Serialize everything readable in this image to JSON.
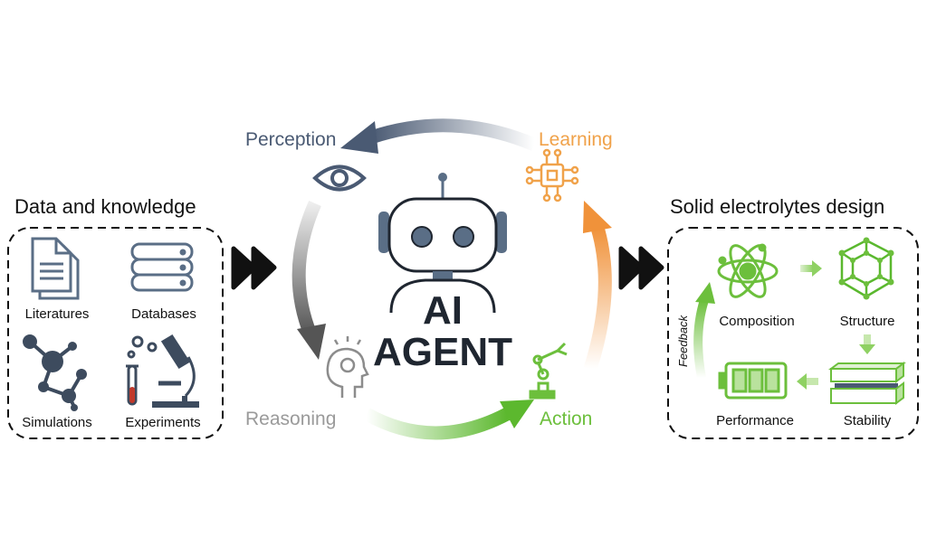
{
  "left_panel": {
    "title": "Data and knowledge",
    "items": [
      "Literatures",
      "Databases",
      "Simulations",
      "Experiments"
    ]
  },
  "cycle": {
    "perception": "Perception",
    "learning": "Learning",
    "reasoning": "Reasoning",
    "action": "Action"
  },
  "center": {
    "line1": "AI",
    "line2": "AGENT"
  },
  "right_panel": {
    "title": "Solid electrolytes design",
    "items": [
      "Composition",
      "Structure",
      "Stability",
      "Performance"
    ],
    "feedback": "Feedback"
  },
  "colors": {
    "perception": "#4a5a73",
    "learning": "#f0a24a",
    "reasoning": "#9a9a9a",
    "action": "#6cbf3c",
    "robot": "#5a6e86",
    "green": "#6cbf3c"
  }
}
